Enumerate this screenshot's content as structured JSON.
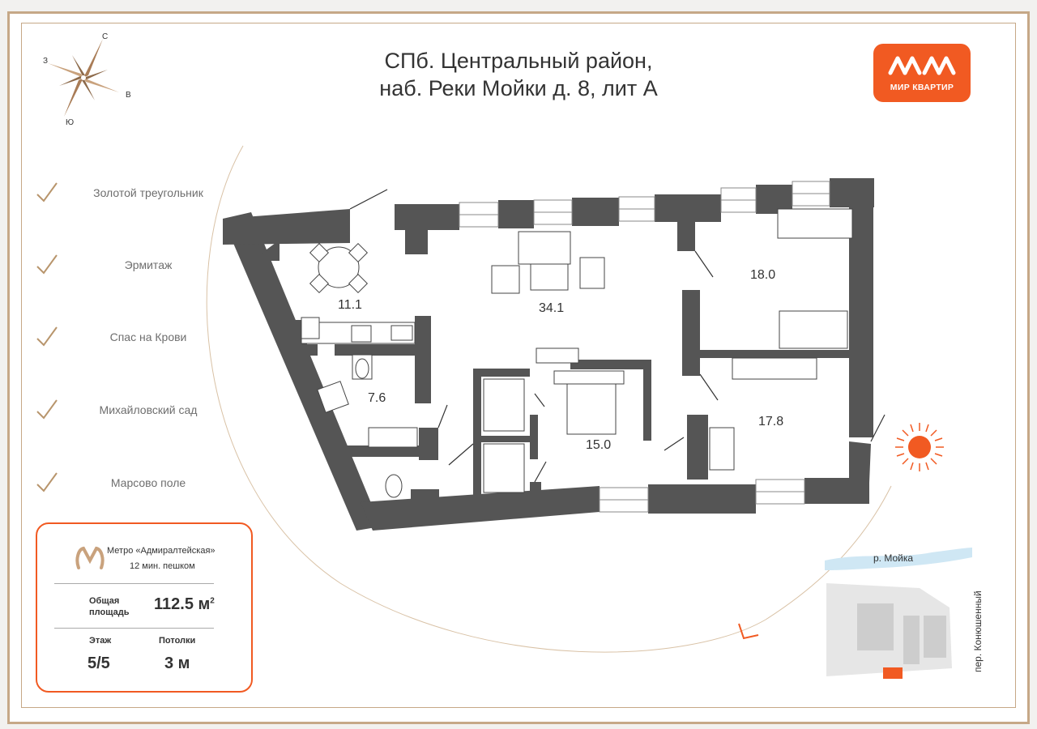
{
  "title": {
    "line1": "СПб. Центральный район,",
    "line2": "наб. Реки Мойки д. 8, лит А"
  },
  "logo": {
    "text": "МИР КВАРТИР",
    "icon": "mir-kvartir-logo-icon",
    "color": "#f15a22"
  },
  "compass": {
    "north": "С",
    "south": "Ю",
    "west": "З",
    "east": "В",
    "icon": "compass-rose-icon"
  },
  "landmarks": [
    {
      "label": "Золотой треугольник"
    },
    {
      "label": "Эрмитаж"
    },
    {
      "label": "Спас на Крови"
    },
    {
      "label": "Михайловский сад"
    },
    {
      "label": "Марсово поле"
    }
  ],
  "info": {
    "metro_name": "Метро «Адмиралтейская»",
    "metro_time": "12 мин. пешком",
    "area_label_1": "Общая",
    "area_label_2": "площадь",
    "area_value": "112.5 м",
    "area_unit_sup": "2",
    "floor_label": "Этаж",
    "floor_value": "5/5",
    "ceiling_label": "Потолки",
    "ceiling_value": "3 м"
  },
  "rooms": [
    {
      "area": "11.1"
    },
    {
      "area": "34.1"
    },
    {
      "area": "18.0"
    },
    {
      "area": "7.6"
    },
    {
      "area": "15.0"
    },
    {
      "area": "17.8"
    }
  ],
  "map": {
    "river": "р. Мойка",
    "lane": "пер. Конюшенный"
  },
  "colors": {
    "accent": "#f15a22",
    "frame": "#c6a887",
    "wall": "#555555"
  }
}
